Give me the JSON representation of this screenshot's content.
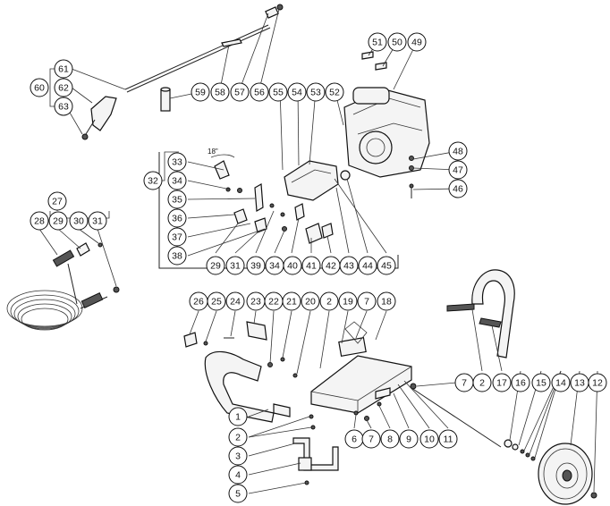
{
  "diagram": {
    "angle_label": "18\"",
    "callouts": [
      {
        "id": "c61",
        "n": "61"
      },
      {
        "id": "c60",
        "n": "60"
      },
      {
        "id": "c62",
        "n": "62"
      },
      {
        "id": "c63",
        "n": "63"
      },
      {
        "id": "c59",
        "n": "59"
      },
      {
        "id": "c58",
        "n": "58"
      },
      {
        "id": "c57",
        "n": "57"
      },
      {
        "id": "c56",
        "n": "56"
      },
      {
        "id": "c55",
        "n": "55"
      },
      {
        "id": "c54",
        "n": "54"
      },
      {
        "id": "c53",
        "n": "53"
      },
      {
        "id": "c52",
        "n": "52"
      },
      {
        "id": "c51",
        "n": "51"
      },
      {
        "id": "c50",
        "n": "50"
      },
      {
        "id": "c49",
        "n": "49"
      },
      {
        "id": "c48",
        "n": "48"
      },
      {
        "id": "c47",
        "n": "47"
      },
      {
        "id": "c46",
        "n": "46"
      },
      {
        "id": "c33",
        "n": "33"
      },
      {
        "id": "c32",
        "n": "32"
      },
      {
        "id": "c34a",
        "n": "34"
      },
      {
        "id": "c35",
        "n": "35"
      },
      {
        "id": "c36",
        "n": "36"
      },
      {
        "id": "c37",
        "n": "37"
      },
      {
        "id": "c38",
        "n": "38"
      },
      {
        "id": "c29b",
        "n": "29"
      },
      {
        "id": "c31b",
        "n": "31"
      },
      {
        "id": "c39",
        "n": "39"
      },
      {
        "id": "c34b",
        "n": "34"
      },
      {
        "id": "c40",
        "n": "40"
      },
      {
        "id": "c41",
        "n": "41"
      },
      {
        "id": "c42",
        "n": "42"
      },
      {
        "id": "c43",
        "n": "43"
      },
      {
        "id": "c44",
        "n": "44"
      },
      {
        "id": "c45",
        "n": "45"
      },
      {
        "id": "c27",
        "n": "27"
      },
      {
        "id": "c28",
        "n": "28"
      },
      {
        "id": "c29",
        "n": "29"
      },
      {
        "id": "c30",
        "n": "30"
      },
      {
        "id": "c31",
        "n": "31"
      },
      {
        "id": "c26",
        "n": "26"
      },
      {
        "id": "c25",
        "n": "25"
      },
      {
        "id": "c24",
        "n": "24"
      },
      {
        "id": "c23",
        "n": "23"
      },
      {
        "id": "c22",
        "n": "22"
      },
      {
        "id": "c21",
        "n": "21"
      },
      {
        "id": "c20",
        "n": "20"
      },
      {
        "id": "c2a",
        "n": "2"
      },
      {
        "id": "c19",
        "n": "19"
      },
      {
        "id": "c7a",
        "n": "7"
      },
      {
        "id": "c18",
        "n": "18"
      },
      {
        "id": "c1",
        "n": "1"
      },
      {
        "id": "c2b",
        "n": "2"
      },
      {
        "id": "c3",
        "n": "3"
      },
      {
        "id": "c4",
        "n": "4"
      },
      {
        "id": "c5",
        "n": "5"
      },
      {
        "id": "c6",
        "n": "6"
      },
      {
        "id": "c7b",
        "n": "7"
      },
      {
        "id": "c8",
        "n": "8"
      },
      {
        "id": "c9",
        "n": "9"
      },
      {
        "id": "c10",
        "n": "10"
      },
      {
        "id": "c11",
        "n": "11"
      },
      {
        "id": "c7c",
        "n": "7"
      },
      {
        "id": "c2c",
        "n": "2"
      },
      {
        "id": "c17",
        "n": "17"
      },
      {
        "id": "c16",
        "n": "16"
      },
      {
        "id": "c15",
        "n": "15"
      },
      {
        "id": "c14",
        "n": "14"
      },
      {
        "id": "c13",
        "n": "13"
      },
      {
        "id": "c12",
        "n": "12"
      }
    ]
  }
}
